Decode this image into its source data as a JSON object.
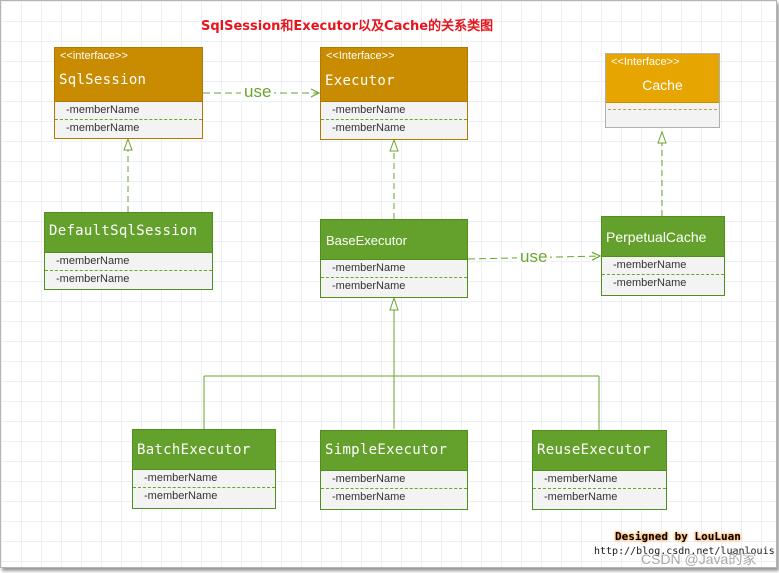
{
  "title": "SqlSession和Executor以及Cache的关系类图",
  "classes": {
    "sqlsession": {
      "stereotype": "<<interface>>",
      "name": "SqlSession",
      "members": [
        "-memberName",
        "-memberName"
      ]
    },
    "executor": {
      "stereotype": "<<Interface>>",
      "name": "Executor",
      "members": [
        "-memberName",
        "-memberName"
      ]
    },
    "cache": {
      "stereotype": "<<Interface>>",
      "name": "Cache",
      "members": []
    },
    "defaultsqlsession": {
      "name": "DefaultSqlSession",
      "members": [
        "-memberName",
        "-memberName"
      ]
    },
    "baseexecutor": {
      "name": "BaseExecutor",
      "members": [
        "-memberName",
        "-memberName"
      ]
    },
    "perpetualcache": {
      "name": "PerpetualCache",
      "members": [
        "-memberName",
        "-memberName"
      ]
    },
    "batchexecutor": {
      "name": "BatchExecutor",
      "members": [
        "-memberName",
        "-memberName"
      ]
    },
    "simpleexecutor": {
      "name": "SimpleExecutor",
      "members": [
        "-memberName",
        "-memberName"
      ]
    },
    "reuseexecutor": {
      "name": "ReuseExecutor",
      "members": [
        "-memberName",
        "-memberName"
      ]
    }
  },
  "relations": {
    "use_label_1": "use",
    "use_label_2": "use"
  },
  "credits": {
    "designed_by": "Designed by LouLuan",
    "url": "http://blog.csdn.net/luanlouis",
    "watermark": "CSDN @Java的家"
  },
  "colors": {
    "title_red": "#e8141c",
    "interface_header": "#c98c00",
    "interface_header_light": "#e6a500",
    "class_header_green": "#64a12c",
    "connector_green": "#6aa52f"
  }
}
